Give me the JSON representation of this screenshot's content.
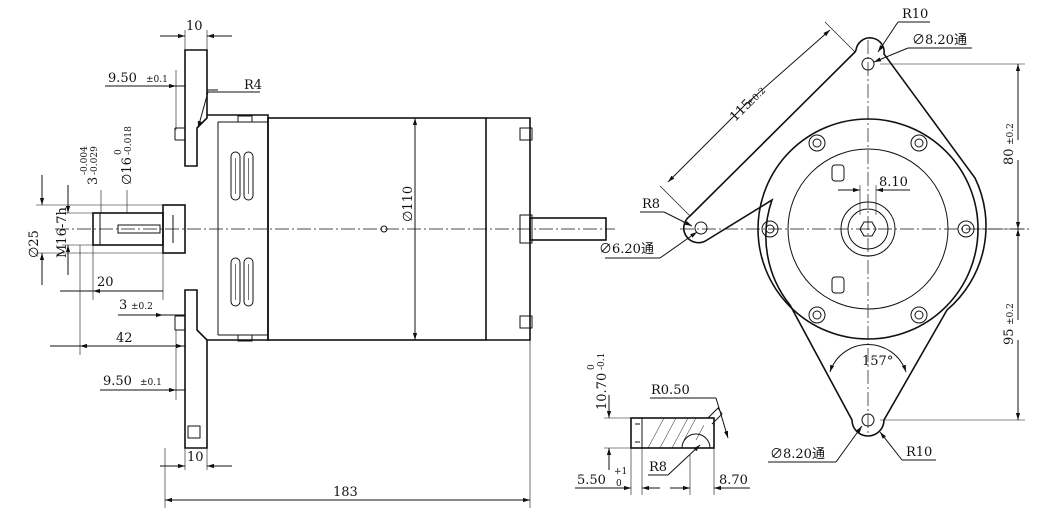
{
  "dims": {
    "flange_thk_top": "10",
    "flange_offset_top": "9.50",
    "flange_offset_top_tol": "±0.1",
    "radius_r4": "R4",
    "key_width": "3",
    "key_width_tol_upper": "-0.004",
    "key_width_tol_lower": "-0.029",
    "shaft_dia": "∅16",
    "shaft_dia_tol_upper": "0",
    "shaft_dia_tol_lower": "-0.018",
    "pilot_dia": "∅25",
    "thread": "M16-7h",
    "shaft_len_20": "20",
    "key_offset": "3",
    "key_offset_tol": "±0.2",
    "shaft_len_42": "42",
    "flange_offset_bottom": "9.50",
    "flange_offset_bottom_tol": "±0.1",
    "flange_thk_bottom": "10",
    "body_dia": "∅110",
    "overall_len": "183",
    "keyway_depth": "10.70",
    "keyway_depth_tol_upper": "0",
    "keyway_depth_tol_lower": "-0.1",
    "key_radius": "R0.50",
    "key_r8": "R8",
    "key_len": "5.50",
    "key_len_tol_upper": "+1",
    "key_len_tol_lower": "0",
    "key_width_870": "8.70",
    "hole_top_r": "R10",
    "hole_top_dia": "∅8.20通",
    "diag_115": "115",
    "diag_115_tol": "±0.2",
    "dist_80": "80",
    "dist_80_tol": "±0.2",
    "left_r8": "R8",
    "left_hole_dia": "∅6.20通",
    "hex_810": "8.10",
    "dist_95": "95",
    "dist_95_tol": "±0.2",
    "angle": "157°",
    "hole_bottom_dia": "∅8.20通",
    "hole_bottom_r": "R10"
  }
}
